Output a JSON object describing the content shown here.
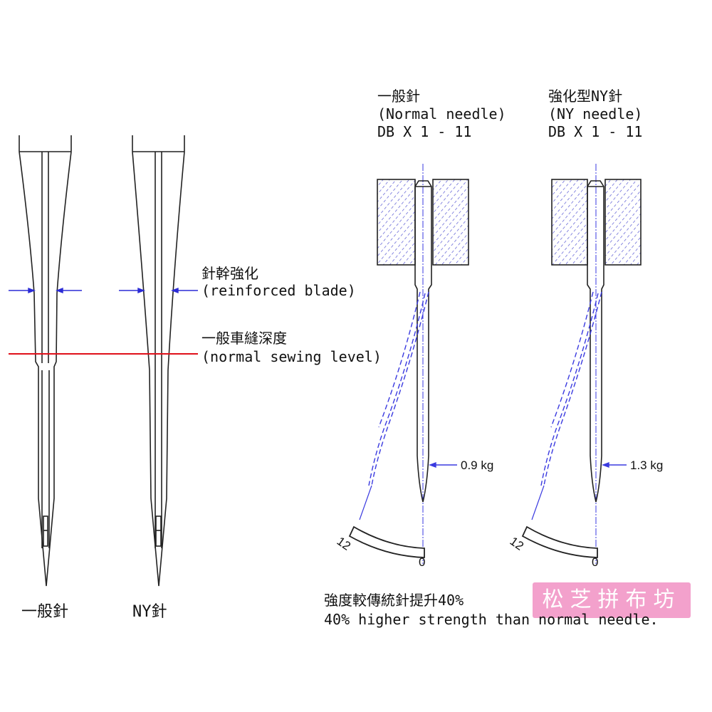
{
  "left_panel": {
    "needle_labels": [
      "一般針",
      "NY針"
    ],
    "annotation_blade": {
      "zh": "針幹強化",
      "en": "(reinforced blade)"
    },
    "annotation_level": {
      "zh": "一般車縫深度",
      "en": "(normal sewing level)"
    },
    "colors": {
      "arrows": "#2b2bd6",
      "sewing_level_line": "#e0101a",
      "outline": "#222222"
    }
  },
  "right_panel": {
    "tests": [
      {
        "title_zh": "一般針",
        "title_en": "(Normal needle)",
        "model": "DB X 1 - 11",
        "force": "0.9 kg",
        "scale_max": "12",
        "scale_min": "0"
      },
      {
        "title_zh": "強化型NY針",
        "title_en": "(NY needle)",
        "model": "DB X 1 - 11",
        "force": "1.3 kg",
        "scale_max": "12",
        "scale_min": "0"
      }
    ],
    "colors": {
      "hatch": "#4a4ad0",
      "deflection": "#3a3ae0"
    }
  },
  "summary": {
    "zh": "強度較傳統針提升40%",
    "en": "40% higher strength than normal needle."
  },
  "watermark": {
    "text": "松芝拼布坊",
    "color": "#f29ac8"
  }
}
